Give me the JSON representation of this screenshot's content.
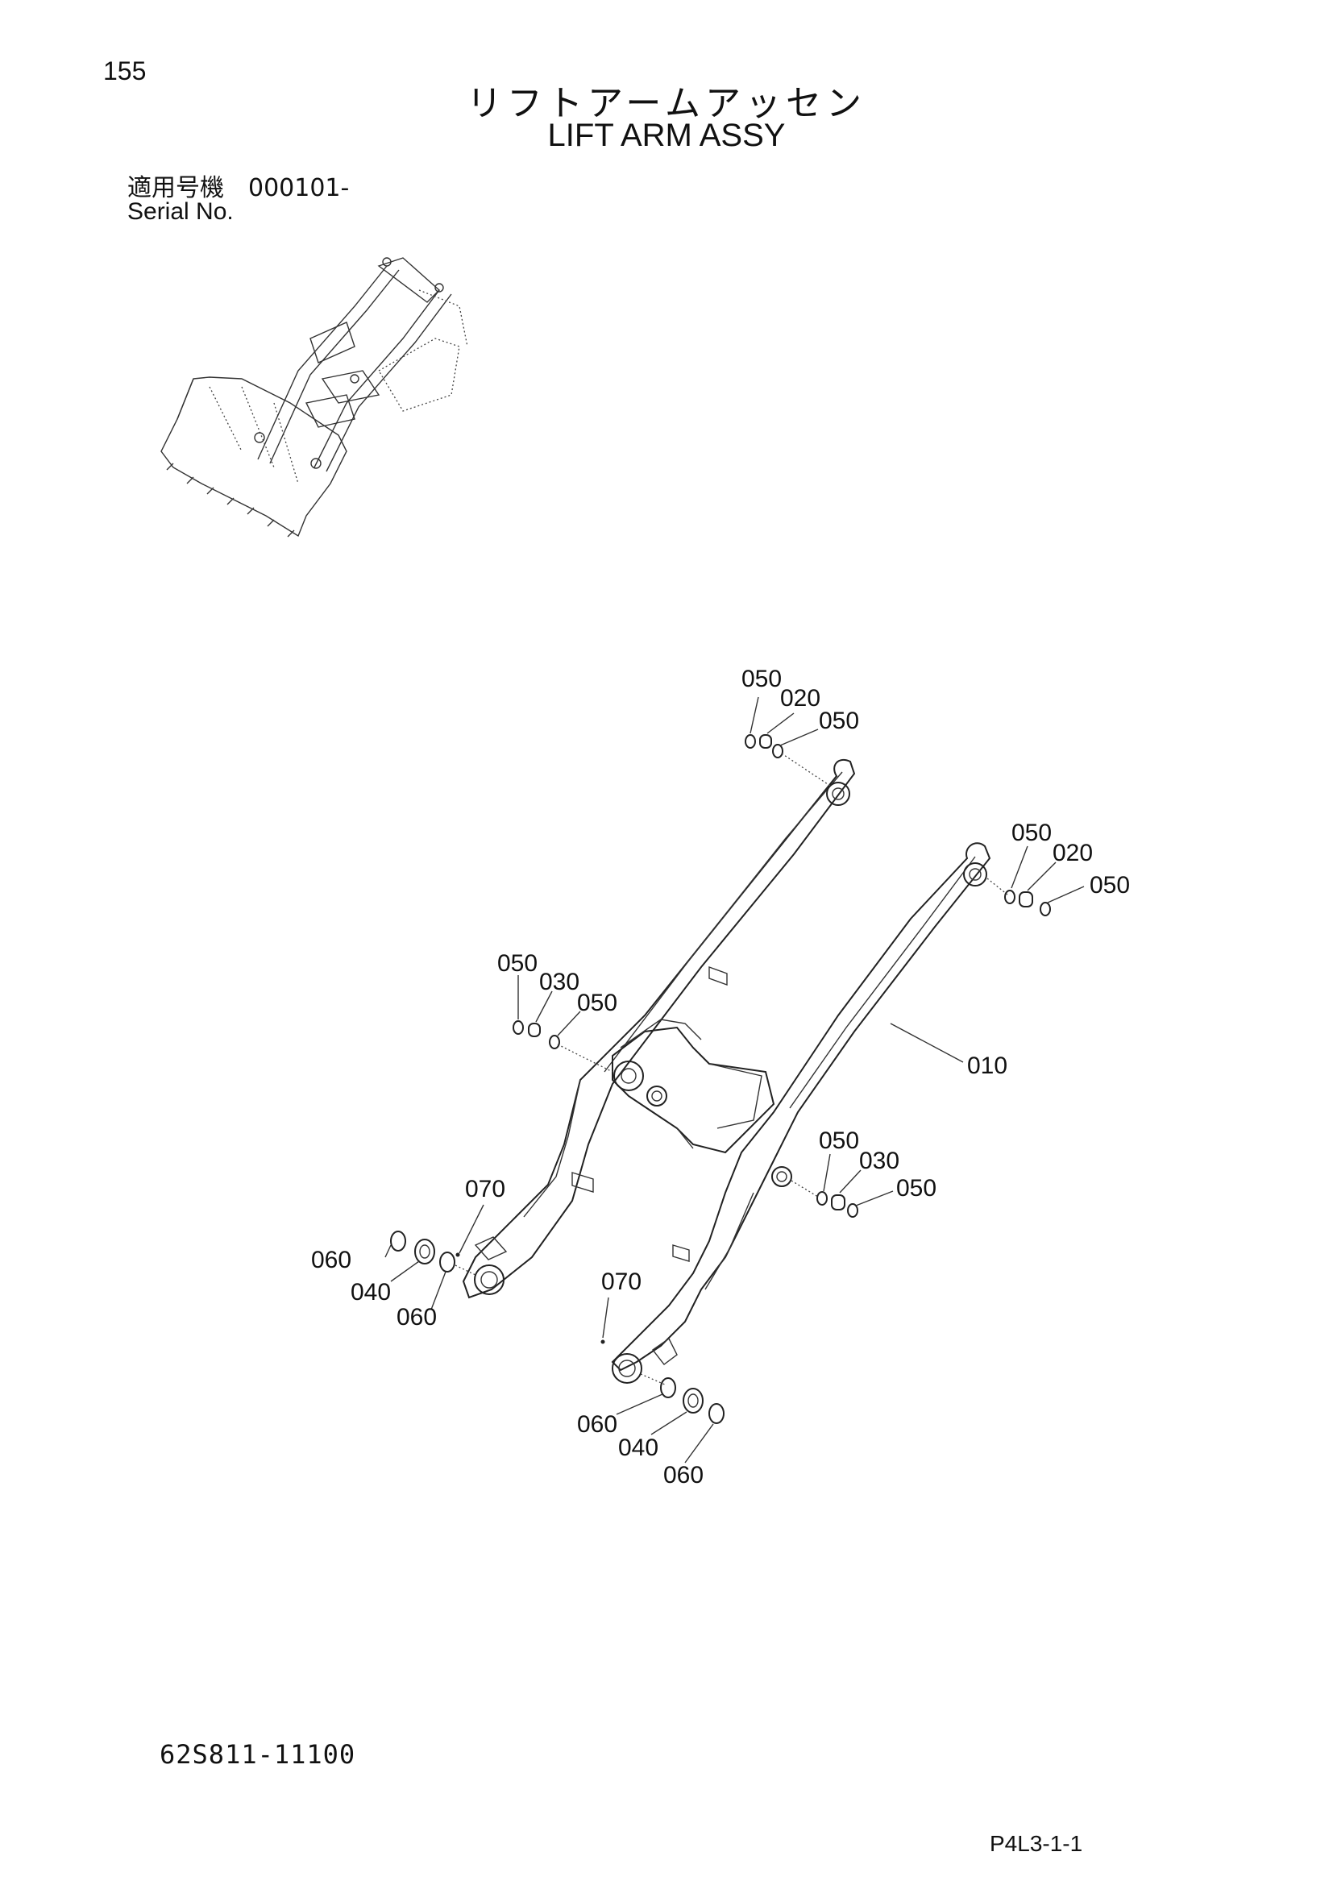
{
  "page_number": "155",
  "title_ja": "リフトアームアッセン",
  "title_en": "LIFT ARM ASSY",
  "serial_label_ja": "適用号機　000101-",
  "serial_label_en": "Serial No.",
  "part_number": "62S811-11100",
  "page_code": "P4L3-1-1",
  "callouts": {
    "c050_a": "050",
    "c020_a": "020",
    "c050_b": "050",
    "c050_c": "050",
    "c020_b": "020",
    "c050_d": "050",
    "c050_e": "050",
    "c030_a": "030",
    "c050_f": "050",
    "c010": "010",
    "c050_g": "050",
    "c030_b": "030",
    "c050_h": "050",
    "c070_a": "070",
    "c060_a": "060",
    "c040_a": "040",
    "c060_b": "060",
    "c070_b": "070",
    "c060_c": "060",
    "c040_b": "040",
    "c060_d": "060"
  }
}
